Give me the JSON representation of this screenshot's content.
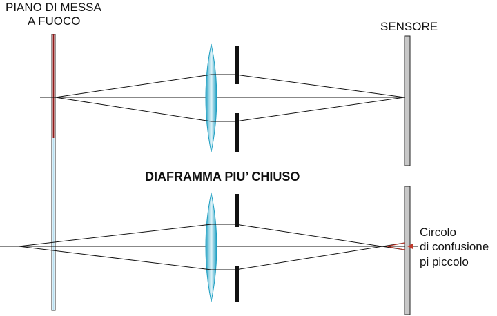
{
  "labels": {
    "focus_plane_line1": "PIANO DI MESSA",
    "focus_plane_line2": "A FUOCO",
    "sensor": "SENSORE",
    "aperture_title": "DIAFRAMMA PIU’ CHIUSO",
    "circle_line1": "Circolo",
    "circle_line2": "di confusione",
    "circle_line3": "pi piccolo"
  },
  "colors": {
    "lens_edge": "#2aa8c8",
    "lens_center": "#e6f6fb",
    "focus_plane_red": "#8b1a1a",
    "sensor_gray": "#c8c8c8",
    "arrow_red": "#c0392b"
  }
}
